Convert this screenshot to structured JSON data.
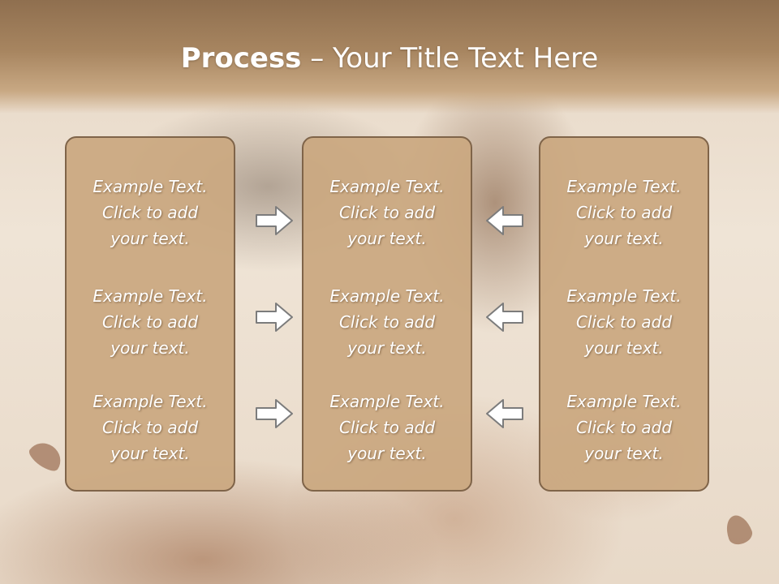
{
  "slide": {
    "title_bold": "Process",
    "title_rest": " – Your Title Text Here"
  },
  "columns": [
    {
      "blocks": [
        {
          "line1": "Example Text.",
          "line2": "Click  to add",
          "line3": "your text."
        },
        {
          "line1": "Example Text.",
          "line2": "Click  to add",
          "line3": "your text."
        },
        {
          "line1": "Example Text.",
          "line2": "Click  to add",
          "line3": "your text."
        }
      ]
    },
    {
      "blocks": [
        {
          "line1": "Example Text.",
          "line2": "Click  to add",
          "line3": "your text."
        },
        {
          "line1": "Example Text.",
          "line2": "Click  to add",
          "line3": "your text."
        },
        {
          "line1": "Example Text.",
          "line2": "Click  to add",
          "line3": "your text."
        }
      ]
    },
    {
      "blocks": [
        {
          "line1": "Example Text.",
          "line2": "Click  to add",
          "line3": "your text."
        },
        {
          "line1": "Example Text.",
          "line2": "Click  to add",
          "line3": "your text."
        },
        {
          "line1": "Example Text.",
          "line2": "Click  to add",
          "line3": "your text."
        }
      ]
    }
  ],
  "icons": {
    "left_arrows": "arrow-right-icon",
    "right_arrows": "arrow-left-icon"
  },
  "colors": {
    "header": "#a78560",
    "panel_fill": "#caa880",
    "panel_border": "#7f6449",
    "text": "#ffffff"
  }
}
